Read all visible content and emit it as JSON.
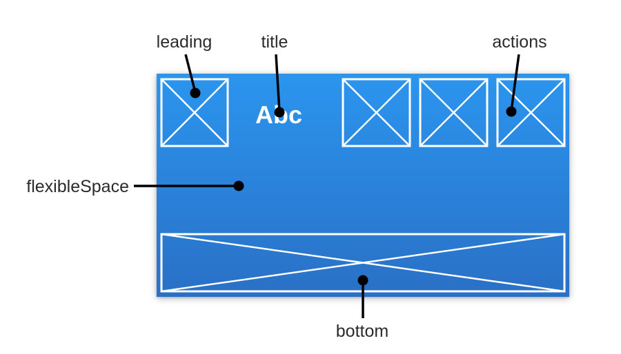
{
  "appbar": {
    "title": "Abc",
    "background_top": "#2b95ee",
    "background_bottom": "#2a70c6"
  },
  "annotations": {
    "leading": "leading",
    "title": "title",
    "actions": "actions",
    "flexibleSpace": "flexibleSpace",
    "bottom": "bottom"
  },
  "placeholder_icon": "crossed-box-placeholder-icon"
}
